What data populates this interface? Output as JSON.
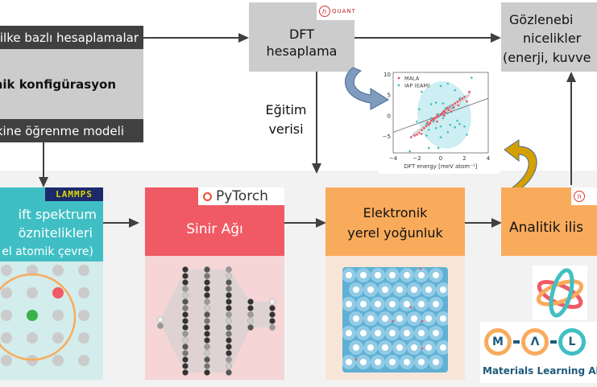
{
  "diagram": {
    "top_left": {
      "header_label": "ilke bazlı hesaplamalar",
      "middle_label": "omik konfigürasyon",
      "footer_label": "kine öğrenme modeli"
    },
    "dft_box": {
      "line1": "DFT",
      "line2": "hesaplama",
      "logo_text": "QUANTUMESPRESSO",
      "logo_mark": "h"
    },
    "observables_box": {
      "line1": "Gözlenebi",
      "line2": "nicelikler",
      "line3": "(enerji, kuvve"
    },
    "training_data_label": {
      "line1": "Eğitim",
      "line2": "verisi"
    },
    "stage_descriptors": {
      "logo_text": "LAMMPS",
      "line1": "ift spektrum",
      "line2": "öznitelikleri",
      "line3": "el atomik çevre)"
    },
    "stage_neural_net": {
      "logo_text": "PyTorch",
      "label": "Sinir Ağı"
    },
    "stage_ldos": {
      "line1": "Elektronik",
      "line2": "yerel yoğunluk"
    },
    "stage_analytic": {
      "label": "Analitik ilis",
      "logo_mark": "h"
    },
    "mala_logo": {
      "letters": [
        "M",
        "Λ",
        "L"
      ],
      "caption": "Materials Learning Alg"
    },
    "colors": {
      "descriptor_teal": "#3fbfc4",
      "descriptor_panel": "#d3ecec",
      "nn_red": "#f05a64",
      "nn_panel": "#f5d5d5",
      "ldos_orange": "#f9ab5c",
      "ldos_panel": "#f7e6d8",
      "dark_bar": "#404040",
      "gray_box": "#cccccc",
      "blue_arrow": "#7f9cbf",
      "gold_arrow": "#d4a000"
    }
  },
  "chart_data": {
    "type": "scatter",
    "title": "",
    "xlabel": "DFT energy [meV atom⁻¹]",
    "ylabel": "",
    "xlim": [
      -4,
      4
    ],
    "ylim": [
      -9,
      10.5
    ],
    "xticks": [
      "−4",
      "−2",
      "0",
      "2",
      "4"
    ],
    "yticks": [
      "10",
      "5",
      "0",
      "−5"
    ],
    "legend": [
      "MALA",
      "IAP (EAM)"
    ],
    "legend_position": "top-left",
    "series": [
      {
        "name": "MALA",
        "color": "#e8505b",
        "points": [
          [
            -2.5,
            -5.2
          ],
          [
            -2.2,
            -4.8
          ],
          [
            -2.0,
            -4.6
          ],
          [
            -1.8,
            -4.2
          ],
          [
            -1.6,
            -3.5
          ],
          [
            -1.4,
            -3.0
          ],
          [
            -1.2,
            -2.5
          ],
          [
            -1.0,
            -2.2
          ],
          [
            -0.9,
            -1.8
          ],
          [
            -0.8,
            -1.2
          ],
          [
            -0.6,
            -1.0
          ],
          [
            -0.5,
            -0.6
          ],
          [
            -0.4,
            -0.4
          ],
          [
            -0.3,
            0.2
          ],
          [
            -0.2,
            -0.2
          ],
          [
            0.0,
            0.3
          ],
          [
            0.1,
            0.6
          ],
          [
            0.2,
            0.9
          ],
          [
            0.3,
            1.2
          ],
          [
            0.4,
            0.8
          ],
          [
            0.5,
            1.6
          ],
          [
            0.6,
            2.0
          ],
          [
            0.8,
            2.2
          ],
          [
            1.0,
            2.6
          ],
          [
            1.2,
            3.0
          ],
          [
            1.4,
            3.4
          ],
          [
            1.6,
            3.8
          ],
          [
            1.8,
            4.2
          ],
          [
            2.0,
            4.6
          ],
          [
            2.2,
            3.5
          ],
          [
            2.4,
            5.8
          ],
          [
            -1.6,
            -4.4
          ],
          [
            -0.7,
            -0.8
          ],
          [
            0.7,
            1.4
          ],
          [
            1.1,
            2.0
          ],
          [
            -1.1,
            -1.6
          ],
          [
            0.3,
            0.0
          ],
          [
            1.5,
            2.5
          ],
          [
            -0.3,
            -1.4
          ],
          [
            0.9,
            1.0
          ]
        ]
      },
      {
        "name": "IAP (EAM)",
        "color": "#3fbfc4",
        "points": [
          [
            -2.6,
            -8.6
          ],
          [
            -1.0,
            -7.8
          ],
          [
            -0.2,
            -7.8
          ],
          [
            -1.6,
            5.8
          ],
          [
            -2.0,
            -1.4
          ],
          [
            0.0,
            7.2
          ],
          [
            0.6,
            7.8
          ],
          [
            1.2,
            6.2
          ],
          [
            2.6,
            9.2
          ],
          [
            -0.8,
            2.8
          ],
          [
            -0.4,
            3.2
          ],
          [
            0.2,
            3.0
          ],
          [
            -1.8,
            1.6
          ],
          [
            -1.2,
            -2.0
          ],
          [
            -1.0,
            -3.4
          ],
          [
            -0.6,
            -1.4
          ],
          [
            -0.4,
            -3.0
          ],
          [
            0.0,
            -2.6
          ],
          [
            0.6,
            -4.0
          ],
          [
            0.8,
            -2.2
          ],
          [
            1.2,
            -2.8
          ],
          [
            1.6,
            -2.0
          ],
          [
            2.0,
            -2.6
          ],
          [
            2.2,
            -4.6
          ],
          [
            1.4,
            -1.2
          ],
          [
            0.4,
            1.8
          ],
          [
            0.6,
            0.6
          ],
          [
            1.0,
            1.8
          ],
          [
            1.6,
            4.2
          ],
          [
            0.8,
            2.4
          ],
          [
            -0.2,
            0.4
          ],
          [
            0.2,
            -0.6
          ],
          [
            -1.2,
            -4.8
          ],
          [
            0.0,
            -5.2
          ],
          [
            -0.8,
            -0.6
          ]
        ]
      }
    ],
    "fit_line": {
      "x": [
        -4,
        4
      ],
      "y": [
        -4,
        4.2
      ]
    },
    "annotations": [
      "gray confidence band around MALA",
      "cyan ellipse around IAP (EAM)"
    ]
  }
}
